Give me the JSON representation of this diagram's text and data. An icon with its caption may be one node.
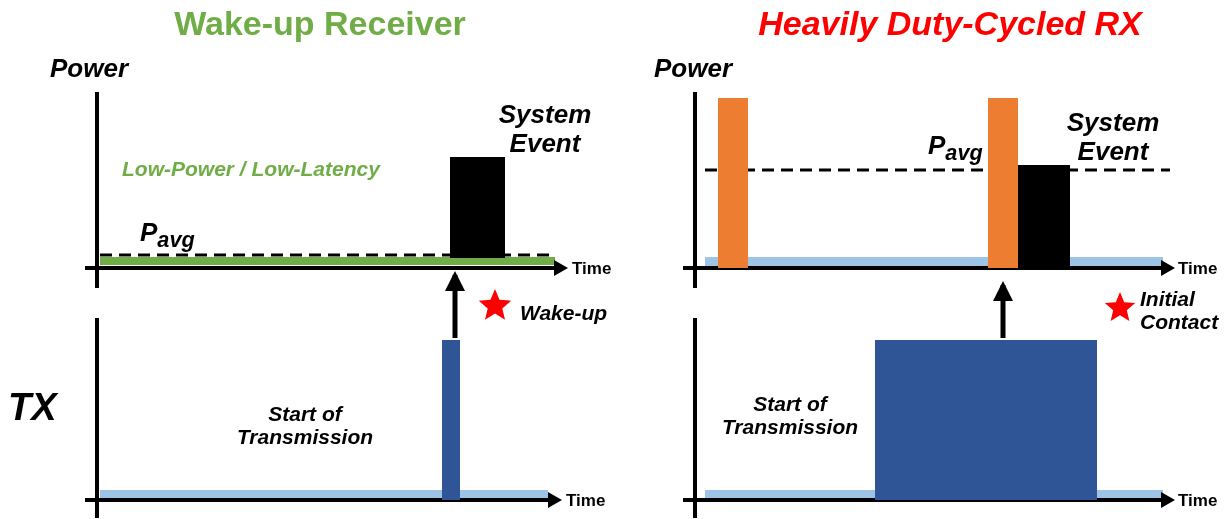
{
  "diagram": {
    "nodes": [
      {
        "text": [
          "System Event"
        ]
      },
      {
        "text": [],
        "shape": "bar",
        "beside": [
          "Start of Transmission"
        ]
      },
      {
        "text": [],
        "shape": "bar"
      },
      {
        "text": [],
        "shape": "bar"
      },
      {
        "text": [
          "System Event"
        ]
      },
      {
        "text": [],
        "shape": "bar",
        "beside": [
          "Start of Transmission"
        ]
      }
    ],
    "edges": [
      {
        "from": 1,
        "to": 0,
        "arrow": "to"
      },
      {
        "from": 5,
        "to": 3,
        "arrow": "to"
      }
    ],
    "labels": [
      "Wake-up Receiver",
      "Heavily Duty-Cycled RX",
      "Power",
      "Low-Power / Low-Latency",
      "P$_{avg}$",
      "Time",
      "Wake-up",
      "TX",
      "Time",
      "Power",
      "P$_{avg}$",
      "Time",
      "Initial Contact",
      "Time"
    ]
  }
}
